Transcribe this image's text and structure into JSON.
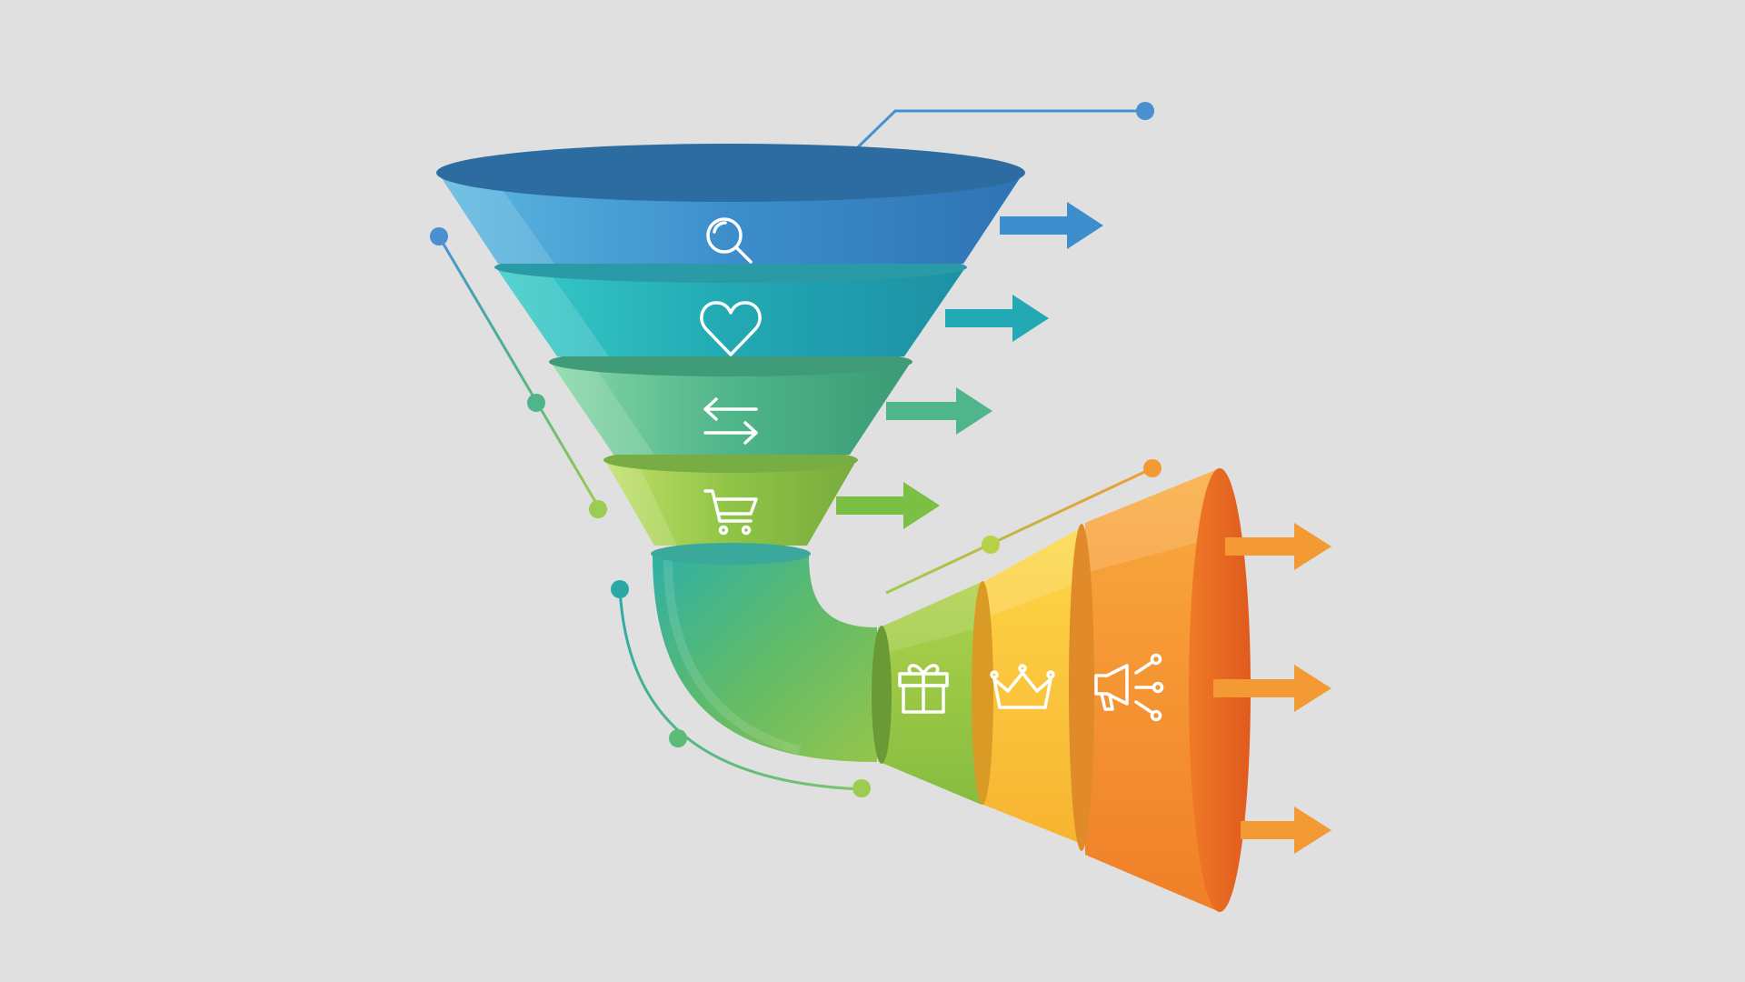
{
  "background": "#e0e0e0",
  "funnel_stages": [
    {
      "stage": 1,
      "icon": "search-icon",
      "colors": [
        "#5bb8e0",
        "#3d8ecc",
        "#2f73b4"
      ],
      "rim": "#2c6ca0"
    },
    {
      "stage": 2,
      "icon": "heart-icon",
      "colors": [
        "#38ccc8",
        "#22a9b4",
        "#1d90a4"
      ],
      "rim": "#2a9aa6"
    },
    {
      "stage": 3,
      "icon": "exchange-icon",
      "colors": [
        "#88d8a6",
        "#4fb58a",
        "#3a9a74"
      ],
      "rim": "#3f9b78"
    },
    {
      "stage": 4,
      "icon": "cart-icon",
      "colors": [
        "#c2e067",
        "#8fc447",
        "#78ab3c"
      ],
      "rim": "#78ac44"
    }
  ],
  "pipe": {
    "colors": [
      "#2fb0a6",
      "#5fbb6a",
      "#94c54a"
    ]
  },
  "horizontal_stages": [
    {
      "stage": 5,
      "icon": "gift-icon",
      "colors": [
        "#aed24b",
        "#86bc40"
      ],
      "rim": "#6a9a35"
    },
    {
      "stage": 6,
      "icon": "crown-icon",
      "colors": [
        "#fdd848",
        "#f7b331"
      ],
      "rim": "#d99a26"
    },
    {
      "stage": 7,
      "icon": "megaphone-share-icon",
      "colors": [
        "#f9aa3e",
        "#f07f28"
      ],
      "rim": "#e55f1e"
    }
  ],
  "arrows": {
    "stage_colors": [
      "#3d8ecc",
      "#22a9b4",
      "#4fb58a",
      "#7bbf45"
    ],
    "output_color": "#f39a34",
    "output_count": 3
  },
  "connectors": {
    "top_right": "#4a90d0",
    "left_diagonal": [
      "#4a90d0",
      "#4fb58a",
      "#9ccc50"
    ],
    "left_curve": [
      "#2ba8a6",
      "#7bc56a"
    ],
    "orange_diagonal": [
      "#9ccc50",
      "#f39a34"
    ]
  }
}
